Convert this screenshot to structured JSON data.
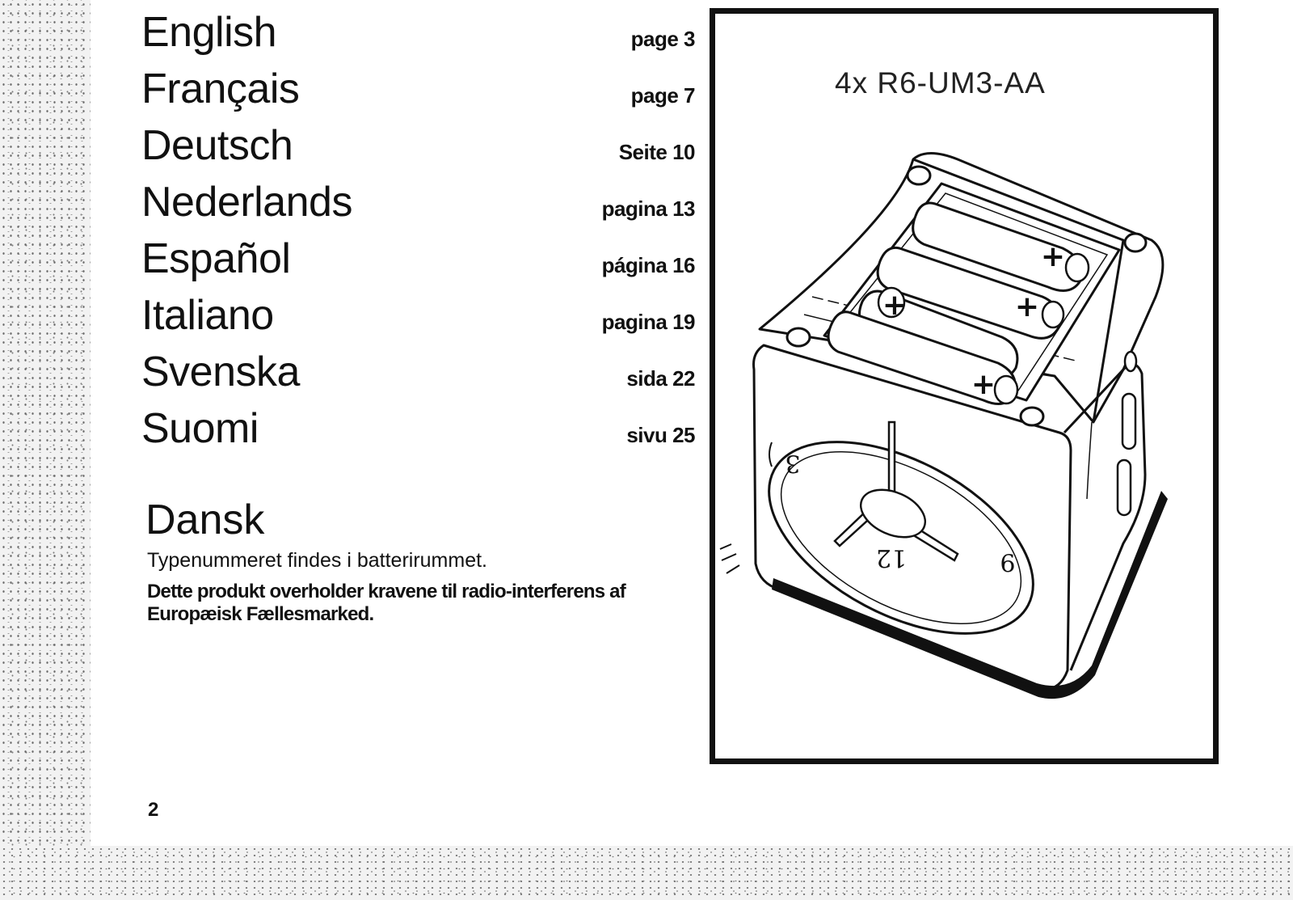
{
  "toc": [
    {
      "language": "English",
      "page": "page 3"
    },
    {
      "language": "Français",
      "page": "page 7"
    },
    {
      "language": "Deutsch",
      "page": "Seite 10"
    },
    {
      "language": "Nederlands",
      "page": "pagina 13"
    },
    {
      "language": "Español",
      "page": "página 16"
    },
    {
      "language": "Italiano",
      "page": "pagina 19"
    },
    {
      "language": "Svenska",
      "page": "sida 22"
    },
    {
      "language": "Suomi",
      "page": "sivu 25"
    }
  ],
  "dansk": {
    "title": "Dansk",
    "line1": "Typenummeret findes i batterirummet.",
    "line2": "Dette produkt overholder kravene til radio-interferens af Europæisk Fællesmarked."
  },
  "page_number": "2",
  "figure": {
    "battery_label": "4x R6-UM3-AA",
    "clock_numerals": [
      "3",
      "12",
      "9"
    ],
    "battery_plus": "+"
  }
}
